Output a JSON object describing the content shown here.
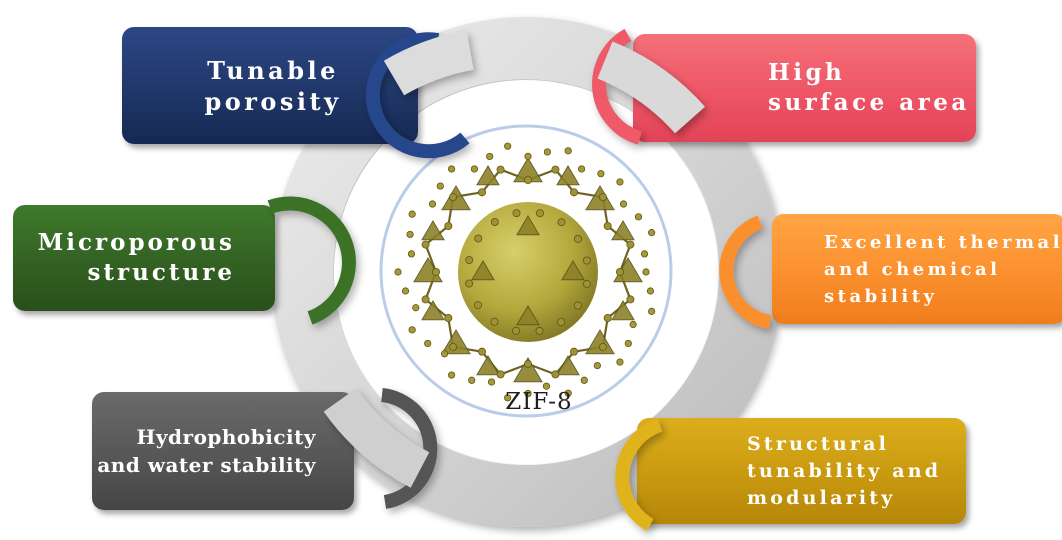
{
  "center": {
    "label": "ZIF-8"
  },
  "features": [
    {
      "id": "tunable-porosity",
      "lines": [
        "Tunable",
        "porosity"
      ],
      "color": "#203769"
    },
    {
      "id": "microporous-structure",
      "lines": [
        "Microporous",
        "structure"
      ],
      "color": "#325f22"
    },
    {
      "id": "hydrophobicity",
      "lines": [
        "Hydrophobicity",
        "and water stability"
      ],
      "color": "#555555"
    },
    {
      "id": "high-surface-area",
      "lines": [
        "High",
        "surface area"
      ],
      "color": "#ee5565"
    },
    {
      "id": "thermal-chemical-stability",
      "lines": [
        "Excellent thermal",
        "and chemical",
        "stability"
      ],
      "color": "#fb8f2d"
    },
    {
      "id": "structural-tunability",
      "lines": [
        "Structural",
        "tunability and",
        "modularity"
      ],
      "color": "#c8990f"
    }
  ]
}
